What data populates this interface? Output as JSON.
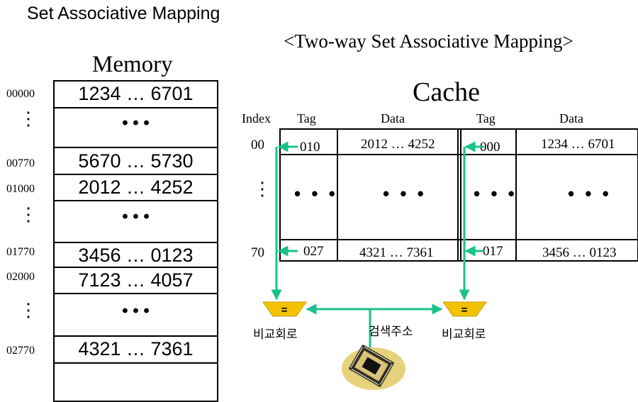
{
  "header": {
    "title": "Set Associative Mapping",
    "subtitle": "<Two-way Set Associative Mapping>"
  },
  "memory": {
    "title": "Memory",
    "addresses": [
      "00000",
      "00770",
      "01000",
      "01770",
      "02000",
      "02770"
    ],
    "rows": [
      {
        "value": "1234 … 6701"
      },
      {
        "value": "• • •"
      },
      {
        "value": "5670 … 5730"
      },
      {
        "value": "2012 … 4252"
      },
      {
        "value": "• • •"
      },
      {
        "value": "3456 … 0123"
      },
      {
        "value": "7123 … 4057"
      },
      {
        "value": "• • •"
      },
      {
        "value": "4321 … 7361"
      },
      {
        "value": ""
      }
    ]
  },
  "cache": {
    "title": "Cache",
    "headers": {
      "index": "Index",
      "tag1": "Tag",
      "data1": "Data",
      "tag2": "Tag",
      "data2": "Data"
    },
    "rows": [
      {
        "index": "00",
        "tag1": "010",
        "data1": "2012 … 4252",
        "tag2": "000",
        "data2": "1234 … 6701"
      },
      {
        "index": "",
        "tag1": "• • •",
        "data1": "• • •",
        "tag2": "• • •",
        "data2": "• • •"
      },
      {
        "index": "70",
        "tag1": "027",
        "data1": "4321 … 7361",
        "tag2": "017",
        "data2": "3456 … 0123"
      }
    ]
  },
  "comparators": {
    "symbol": "=",
    "left_label": "비교회로",
    "right_label": "비교회로",
    "search_label": "검색주소"
  },
  "colors": {
    "arrow": "#19c28a",
    "comparator": "#f2c200",
    "chip": "#e7d27c"
  }
}
